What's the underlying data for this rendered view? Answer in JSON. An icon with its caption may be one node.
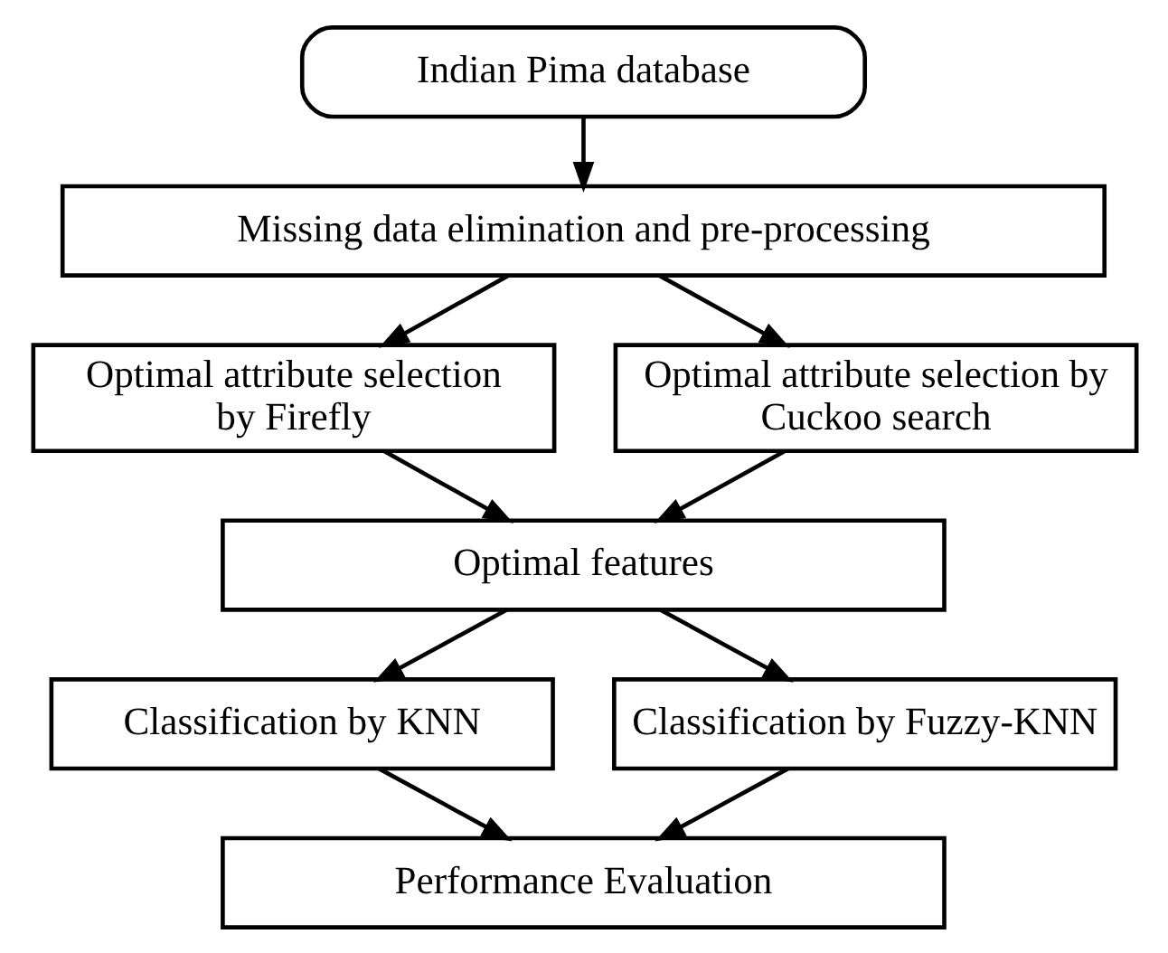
{
  "diagram": {
    "nodes": [
      {
        "text": [
          "Indian Pima database"
        ]
      },
      {
        "text": [
          "Missing data elimination and pre-processing"
        ]
      },
      {
        "text": [
          "Optimal attribute selection by Firefly"
        ]
      },
      {
        "text": [
          "Optimal attribute selection by Cuckoo search"
        ]
      },
      {
        "text": [
          "Optimal features"
        ]
      },
      {
        "text": [
          "Classification by KNN"
        ]
      },
      {
        "text": [
          "Classification by Fuzzy-KNN"
        ]
      },
      {
        "text": [
          "Performance Evaluation"
        ]
      }
    ],
    "edges": [
      {
        "from": 0,
        "to": 1,
        "arrow": "to"
      },
      {
        "from": 1,
        "to": 2,
        "arrow": "to"
      },
      {
        "from": 1,
        "to": 3,
        "arrow": "to"
      },
      {
        "from": 2,
        "to": 4,
        "arrow": "to"
      },
      {
        "from": 3,
        "to": 4,
        "arrow": "to"
      },
      {
        "from": 4,
        "to": 5,
        "arrow": "to"
      },
      {
        "from": 4,
        "to": 6,
        "arrow": "to"
      },
      {
        "from": 5,
        "to": 7,
        "arrow": "to"
      },
      {
        "from": 6,
        "to": 7,
        "arrow": "to"
      }
    ]
  }
}
